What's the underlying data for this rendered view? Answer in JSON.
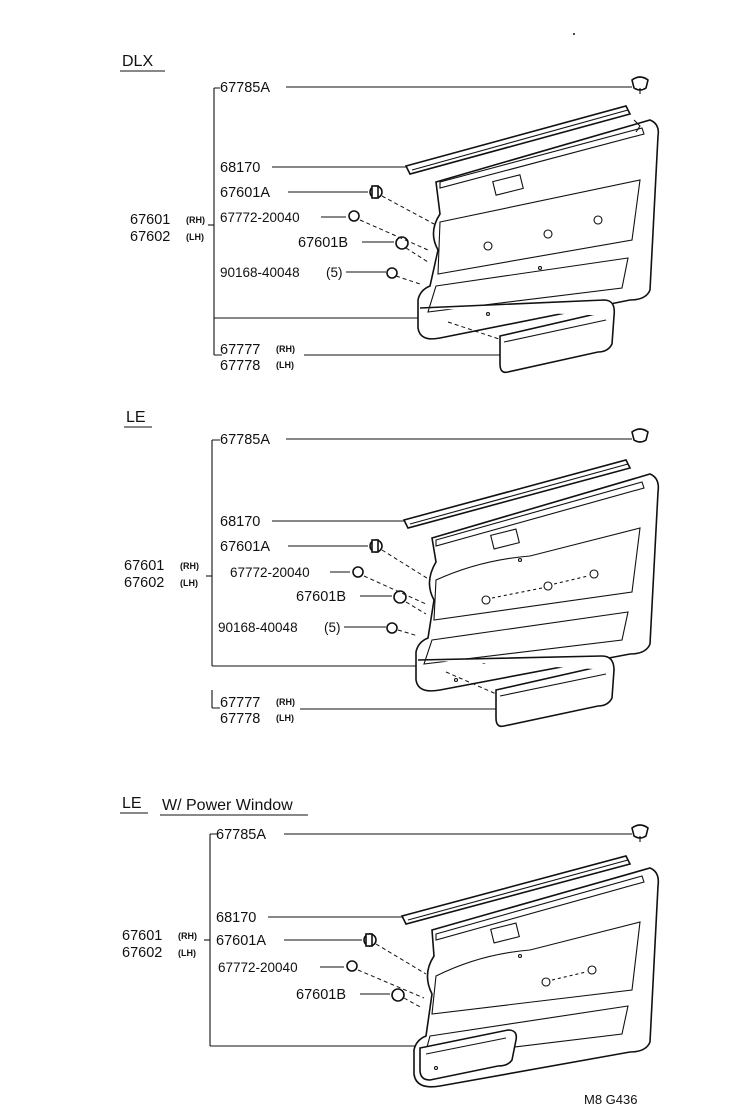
{
  "sections": [
    {
      "title": "DLX",
      "subtitle": "",
      "parts": {
        "clip_top": "67785A",
        "weatherstrip": "68170",
        "clip_a": "67601A",
        "clip_code": "67772-20040",
        "clip_b": "67601B",
        "screw": "90168-40048",
        "screw_qty": "(5)",
        "trim_rh": "67601",
        "trim_lh": "67602",
        "pocket_rh": "67777",
        "pocket_lh": "67778"
      }
    },
    {
      "title": "LE",
      "subtitle": "",
      "parts": {
        "clip_top": "67785A",
        "weatherstrip": "68170",
        "clip_a": "67601A",
        "clip_code": "67772-20040",
        "clip_b": "67601B",
        "screw": "90168-40048",
        "screw_qty": "(5)",
        "trim_rh": "67601",
        "trim_lh": "67602",
        "pocket_rh": "67777",
        "pocket_lh": "67778"
      }
    },
    {
      "title": "LE",
      "subtitle": "W/ Power Window",
      "parts": {
        "clip_top": "67785A",
        "weatherstrip": "68170",
        "clip_a": "67601A",
        "clip_code": "67772-20040",
        "clip_b": "67601B",
        "trim_rh": "67601",
        "trim_lh": "67602"
      }
    }
  ],
  "side_tags": {
    "rh": "(RH)",
    "lh": "(LH)"
  },
  "figure_code": "M8  G436"
}
